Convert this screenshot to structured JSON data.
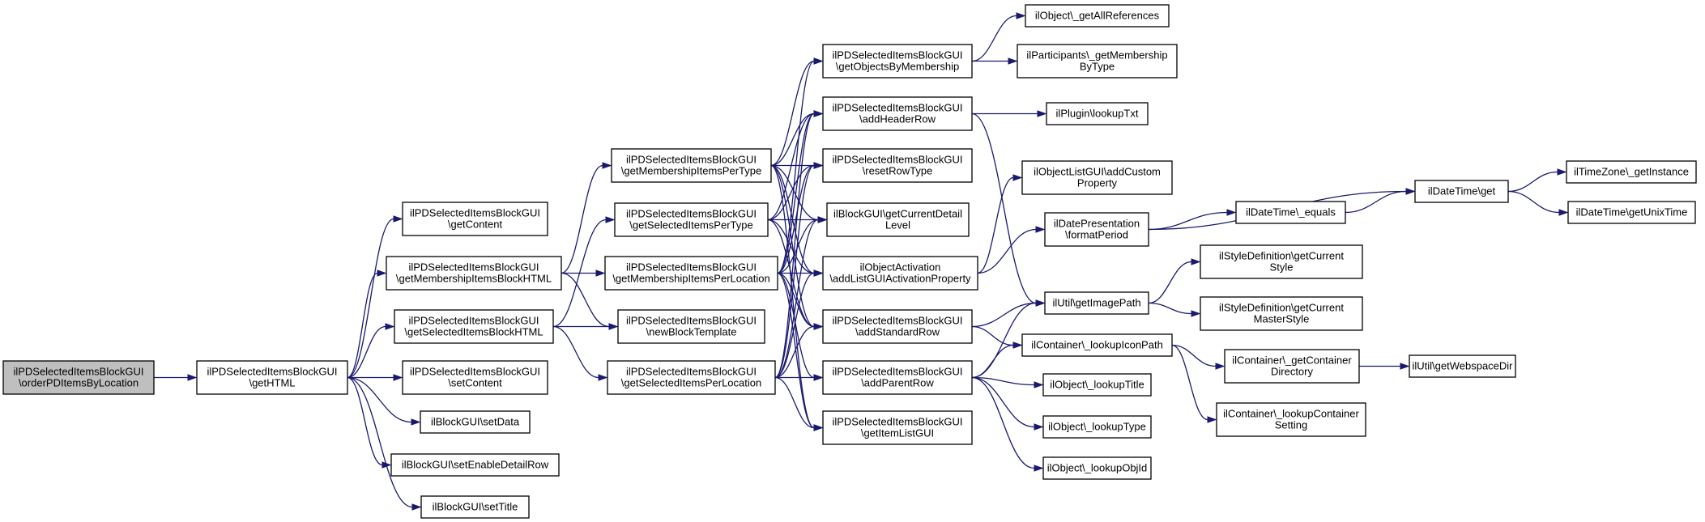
{
  "diagram": {
    "nodes": [
      {
        "id": "root",
        "lines": [
          "ilPDSelectedItemsBlockGUI",
          "\\orderPDItemsByLocation"
        ],
        "root": true
      },
      {
        "id": "getHTML",
        "lines": [
          "ilPDSelectedItemsBlockGUI",
          "\\getHTML"
        ]
      },
      {
        "id": "getContent",
        "lines": [
          "ilPDSelectedItemsBlockGUI",
          "\\getContent"
        ]
      },
      {
        "id": "getMembershipItemsBlockHTML",
        "lines": [
          "ilPDSelectedItemsBlockGUI",
          "\\getMembershipItemsBlockHTML"
        ]
      },
      {
        "id": "getSelectedItemsBlockHTML",
        "lines": [
          "ilPDSelectedItemsBlockGUI",
          "\\getSelectedItemsBlockHTML"
        ]
      },
      {
        "id": "setContent",
        "lines": [
          "ilPDSelectedItemsBlockGUI",
          "\\setContent"
        ]
      },
      {
        "id": "setData",
        "lines": [
          "ilBlockGUI\\setData"
        ]
      },
      {
        "id": "setEnableDetailRow",
        "lines": [
          "ilBlockGUI\\setEnableDetailRow"
        ]
      },
      {
        "id": "setTitle",
        "lines": [
          "ilBlockGUI\\setTitle"
        ]
      },
      {
        "id": "getMembershipItemsPerType",
        "lines": [
          "ilPDSelectedItemsBlockGUI",
          "\\getMembershipItemsPerType"
        ]
      },
      {
        "id": "getSelectedItemsPerType",
        "lines": [
          "ilPDSelectedItemsBlockGUI",
          "\\getSelectedItemsPerType"
        ]
      },
      {
        "id": "getMembershipItemsPerLocation",
        "lines": [
          "ilPDSelectedItemsBlockGUI",
          "\\getMembershipItemsPerLocation"
        ]
      },
      {
        "id": "newBlockTemplate",
        "lines": [
          "ilPDSelectedItemsBlockGUI",
          "\\newBlockTemplate"
        ]
      },
      {
        "id": "getSelectedItemsPerLocation",
        "lines": [
          "ilPDSelectedItemsBlockGUI",
          "\\getSelectedItemsPerLocation"
        ]
      },
      {
        "id": "getObjectsByMembership",
        "lines": [
          "ilPDSelectedItemsBlockGUI",
          "\\getObjectsByMembership"
        ]
      },
      {
        "id": "addHeaderRow",
        "lines": [
          "ilPDSelectedItemsBlockGUI",
          "\\addHeaderRow"
        ]
      },
      {
        "id": "resetRowType",
        "lines": [
          "ilPDSelectedItemsBlockGUI",
          "\\resetRowType"
        ]
      },
      {
        "id": "getCurrentDetailLevel",
        "lines": [
          "ilBlockGUI\\getCurrentDetail",
          "Level"
        ]
      },
      {
        "id": "addListGUIActivationProperty",
        "lines": [
          "ilObjectActivation",
          "\\addListGUIActivationProperty"
        ]
      },
      {
        "id": "addStandardRow",
        "lines": [
          "ilPDSelectedItemsBlockGUI",
          "\\addStandardRow"
        ]
      },
      {
        "id": "addParentRow",
        "lines": [
          "ilPDSelectedItemsBlockGUI",
          "\\addParentRow"
        ]
      },
      {
        "id": "getItemListGUI",
        "lines": [
          "ilPDSelectedItemsBlockGUI",
          "\\getItemListGUI"
        ]
      },
      {
        "id": "getAllReferences",
        "lines": [
          "ilObject\\_getAllReferences"
        ]
      },
      {
        "id": "getMembershipByType",
        "lines": [
          "ilParticipants\\_getMembership",
          "ByType"
        ]
      },
      {
        "id": "lookupTxt",
        "lines": [
          "ilPlugin\\lookupTxt"
        ]
      },
      {
        "id": "addCustomProperty",
        "lines": [
          "ilObjectListGUI\\addCustom",
          "Property"
        ]
      },
      {
        "id": "formatPeriod",
        "lines": [
          "ilDatePresentation",
          "\\formatPeriod"
        ]
      },
      {
        "id": "getImagePath",
        "lines": [
          "ilUtil\\getImagePath"
        ]
      },
      {
        "id": "lookupIconPath",
        "lines": [
          "ilContainer\\_lookupIconPath"
        ]
      },
      {
        "id": "lookupTitle",
        "lines": [
          "ilObject\\_lookupTitle"
        ]
      },
      {
        "id": "lookupType",
        "lines": [
          "ilObject\\_lookupType"
        ]
      },
      {
        "id": "lookupObjId",
        "lines": [
          "ilObject\\_lookupObjId"
        ]
      },
      {
        "id": "equals",
        "lines": [
          "ilDateTime\\_equals"
        ]
      },
      {
        "id": "getCurrentStyle",
        "lines": [
          "ilStyleDefinition\\getCurrent",
          "Style"
        ]
      },
      {
        "id": "getCurrentMasterStyle",
        "lines": [
          "ilStyleDefinition\\getCurrent",
          "MasterStyle"
        ]
      },
      {
        "id": "getContainerDirectory",
        "lines": [
          "ilContainer\\_getContainer",
          "Directory"
        ]
      },
      {
        "id": "lookupContainerSetting",
        "lines": [
          "ilContainer\\_lookupContainer",
          "Setting"
        ]
      },
      {
        "id": "dtGet",
        "lines": [
          "ilDateTime\\get"
        ]
      },
      {
        "id": "getInstance",
        "lines": [
          "ilTimeZone\\_getInstance"
        ]
      },
      {
        "id": "getUnixTime",
        "lines": [
          "ilDateTime\\getUnixTime"
        ]
      },
      {
        "id": "getWebspaceDir",
        "lines": [
          "ilUtil\\getWebspaceDir"
        ]
      }
    ]
  }
}
